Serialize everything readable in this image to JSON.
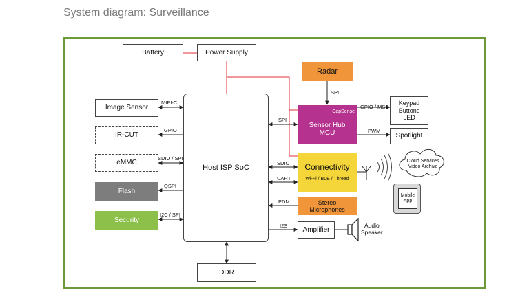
{
  "page": {
    "title": "System diagram: Surveillance"
  },
  "colors": {
    "frame": "#6c9a3a",
    "power_line": "#e0303a",
    "radar": "#f0953a",
    "sensor_hub": "#b5328e",
    "connectivity": "#f5d63a",
    "stereo_mics": "#f0953a",
    "flash": "#7d7d7d",
    "security": "#8dc04a"
  },
  "blocks": {
    "battery": "Battery",
    "power_supply": "Power Supply",
    "radar": "Radar",
    "image_sensor": "Image Sensor",
    "ir_cut": "IR-CUT",
    "emmc": "eMMC",
    "flash": "Flash",
    "security": "Security",
    "host_soc": "Host ISP SoC",
    "ddr": "DDR",
    "sensor_hub": {
      "tag": "CapSense",
      "line1": "Sensor Hub",
      "line2": "MCU"
    },
    "keypad": {
      "line1": "Keypad",
      "line2": "Buttons",
      "line3": "LED"
    },
    "spotlight": "Spotlight",
    "connectivity": {
      "title": "Connectivity",
      "sub": "Wi-Fi / BLE / Thread"
    },
    "cloud": {
      "line1": "Cloud Services",
      "line2": "Video Archive"
    },
    "mobile_app": {
      "line1": "Mobile",
      "line2": "App"
    },
    "stereo_mics": {
      "line1": "Stereo",
      "line2": "Microphones"
    },
    "amplifier": "Amplifier",
    "speaker": {
      "line1": "Audio",
      "line2": "Speaker"
    }
  },
  "buses": {
    "mipi": "MIPI-C",
    "gpio": "GPIO",
    "sdio_spi": "SDIO / SPI",
    "qspi": "QSPI",
    "i2c_spi": "I2C / SPI",
    "spi_radar": "SPI",
    "spi_hub": "SPI",
    "gpio_msc": "GPIO / MSC",
    "pwm": "PWM",
    "sdio": "SDIO",
    "uart": "UART",
    "pdm": "PDM",
    "i2s": "I2S"
  },
  "icons": [
    "antenna-icon",
    "signal-waves-icon",
    "cloud-icon",
    "phone-icon",
    "speaker-icon"
  ]
}
